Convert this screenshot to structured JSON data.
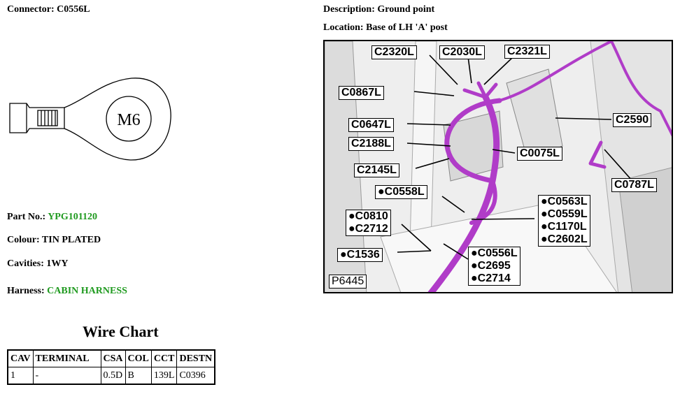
{
  "connector": {
    "label": "Connector:",
    "value": "C0556L"
  },
  "description": {
    "label": "Description:",
    "value": "Ground point"
  },
  "location": {
    "label": "Location:",
    "value": "Base of LH 'A' post"
  },
  "connector_drawing": {
    "stud_text": "M6"
  },
  "part_no": {
    "label": "Part No.:",
    "value": "YPG101120"
  },
  "colour": {
    "label": "Colour:",
    "value": "TIN PLATED"
  },
  "cavities": {
    "label": "Cavities:",
    "value": "1WY"
  },
  "harness": {
    "label": "Harness:",
    "value": "CABIN HARNESS"
  },
  "colors": {
    "link_green": "#1f9a1f",
    "harness_purple": "#b03cc8"
  },
  "wire_chart": {
    "title": "Wire Chart",
    "headers": [
      "CAV",
      "TERMINAL",
      "CSA",
      "COL",
      "CCT",
      "DESTN"
    ],
    "rows": [
      [
        "1",
        "-",
        "0.5D",
        "B",
        "139L",
        "C0396"
      ]
    ]
  },
  "photo": {
    "ref": "P6445",
    "callouts": [
      {
        "id": "c2320l",
        "text": "C2320L"
      },
      {
        "id": "c2030l",
        "text": "C2030L"
      },
      {
        "id": "c2321l",
        "text": "C2321L"
      },
      {
        "id": "c0867l",
        "text": "C0867L"
      },
      {
        "id": "c2590",
        "text": "C2590"
      },
      {
        "id": "c0647l",
        "text": "C0647L"
      },
      {
        "id": "c2188l",
        "text": "C2188L"
      },
      {
        "id": "c0075l",
        "text": "C0075L"
      },
      {
        "id": "c2145l",
        "text": "C2145L"
      },
      {
        "id": "c0787l",
        "text": "C0787L"
      },
      {
        "id": "c0558l",
        "text": "●C0558L"
      },
      {
        "id": "c0810_group",
        "text": "●C0810\n●C2712"
      },
      {
        "id": "c0563l_group",
        "text": "●C0563L\n●C0559L\n●C1170L\n●C2602L"
      },
      {
        "id": "c1536",
        "text": "●C1536"
      },
      {
        "id": "c0556l_group",
        "text": "●C0556L\n●C2695\n●C2714"
      }
    ]
  }
}
